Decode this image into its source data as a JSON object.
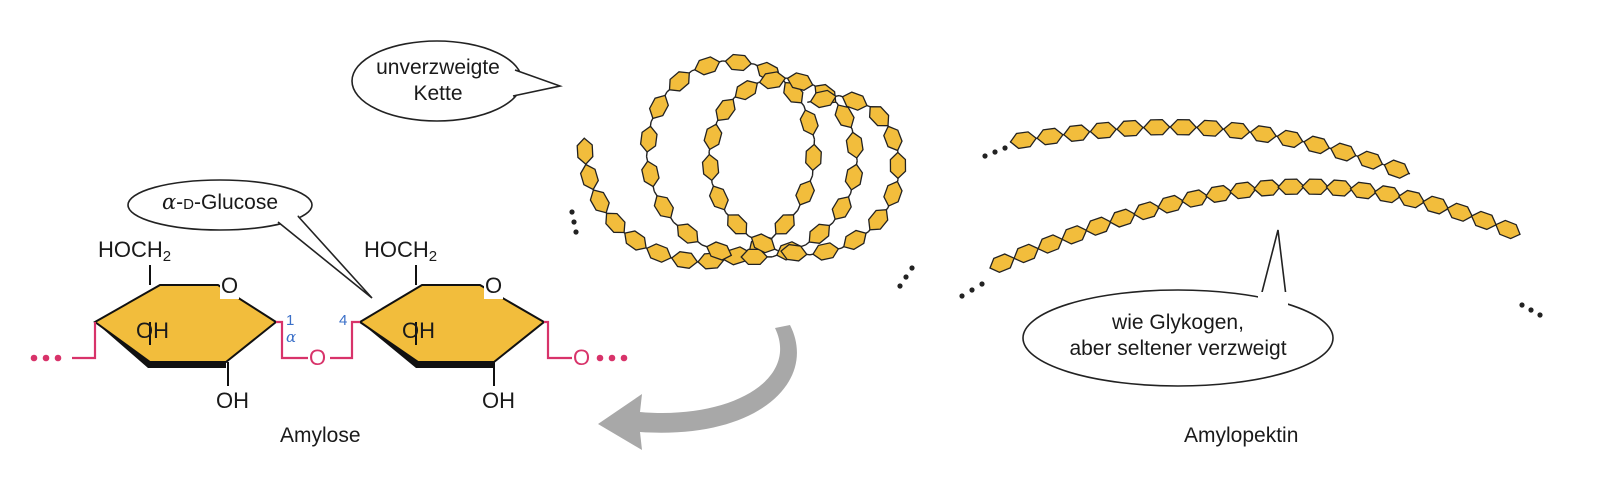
{
  "bubbles": {
    "chain_line1": "unverzweigte",
    "chain_line2": "Kette",
    "glucose_alpha": "α",
    "glucose_dash": "-",
    "glucose_d": "D",
    "glucose_name": "-Glucose",
    "glyco_line1": "wie Glykogen,",
    "glyco_line2": "aber seltener verzweigt"
  },
  "molecule": {
    "ring1_ch2": "HOCH",
    "ring1_ch2_sub": "2",
    "ring2_ch2": "HOCH",
    "ring2_ch2_sub": "2",
    "ring_o": "O",
    "oh": "OH",
    "bridge_o": "O",
    "pos1": "1",
    "pos_alpha": "α",
    "pos4": "4"
  },
  "captions": {
    "amylose": "Amylose",
    "amylopectin": "Amylopektin"
  },
  "colors": {
    "glucose_fill": "#f2bd3c",
    "bond_red": "#d8336a",
    "arrow_gray": "#a8a8a8",
    "position_blue": "#3a6fc8"
  }
}
